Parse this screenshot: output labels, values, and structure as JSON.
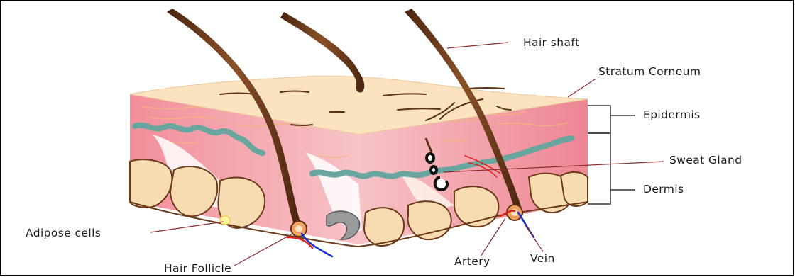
{
  "labels": {
    "hair_shaft": "Hair shaft",
    "stratum_corneum": "Stratum Corneum",
    "epidermis": "Epidermis",
    "sweat_gland": "Sweat Gland",
    "dermis": "Dermis",
    "adipose_cells": "Adipose cells",
    "hair_follicle": "Hair Follicle",
    "artery": "Artery",
    "vein": "Vein"
  },
  "colors": {
    "skin_top": "#fbe3bf",
    "pink_layer": "#ef8f9b",
    "hair": "#6b3a1a",
    "teal_vessel": "#6aa6a0",
    "fat_cell": "#f6dcb0",
    "artery": "#e0211b",
    "vein": "#1c2fd0",
    "label_line": "#8b2b2b"
  }
}
